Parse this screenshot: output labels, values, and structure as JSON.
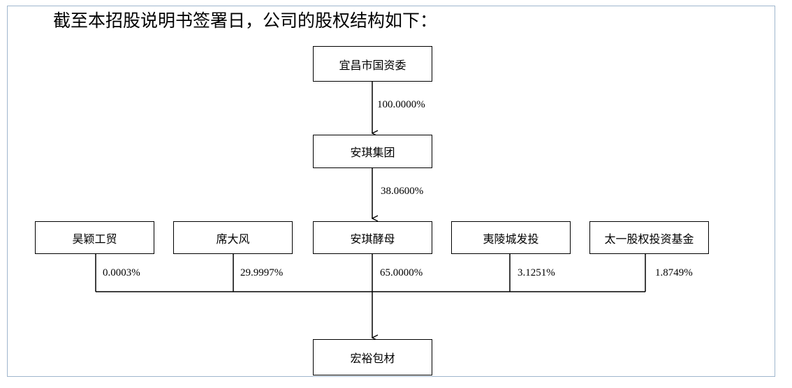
{
  "heading": "截至本招股说明书签署日，公司的股权结构如下：",
  "nodes": {
    "top": "宜昌市国资委",
    "group": "安琪集团",
    "yeast": "安琪酵母",
    "haoying": "昊颖工贸",
    "xidafeng": "席大风",
    "yiling": "夷陵城发投",
    "taiyi": "太一股权投资基金",
    "target": "宏裕包材"
  },
  "percentages": {
    "top_to_group": "100.0000%",
    "group_to_yeast": "38.0600%",
    "haoying": "0.0003%",
    "xidafeng": "29.9997%",
    "yeast": "65.0000%",
    "yiling": "3.1251%",
    "taiyi": "1.8749%"
  }
}
